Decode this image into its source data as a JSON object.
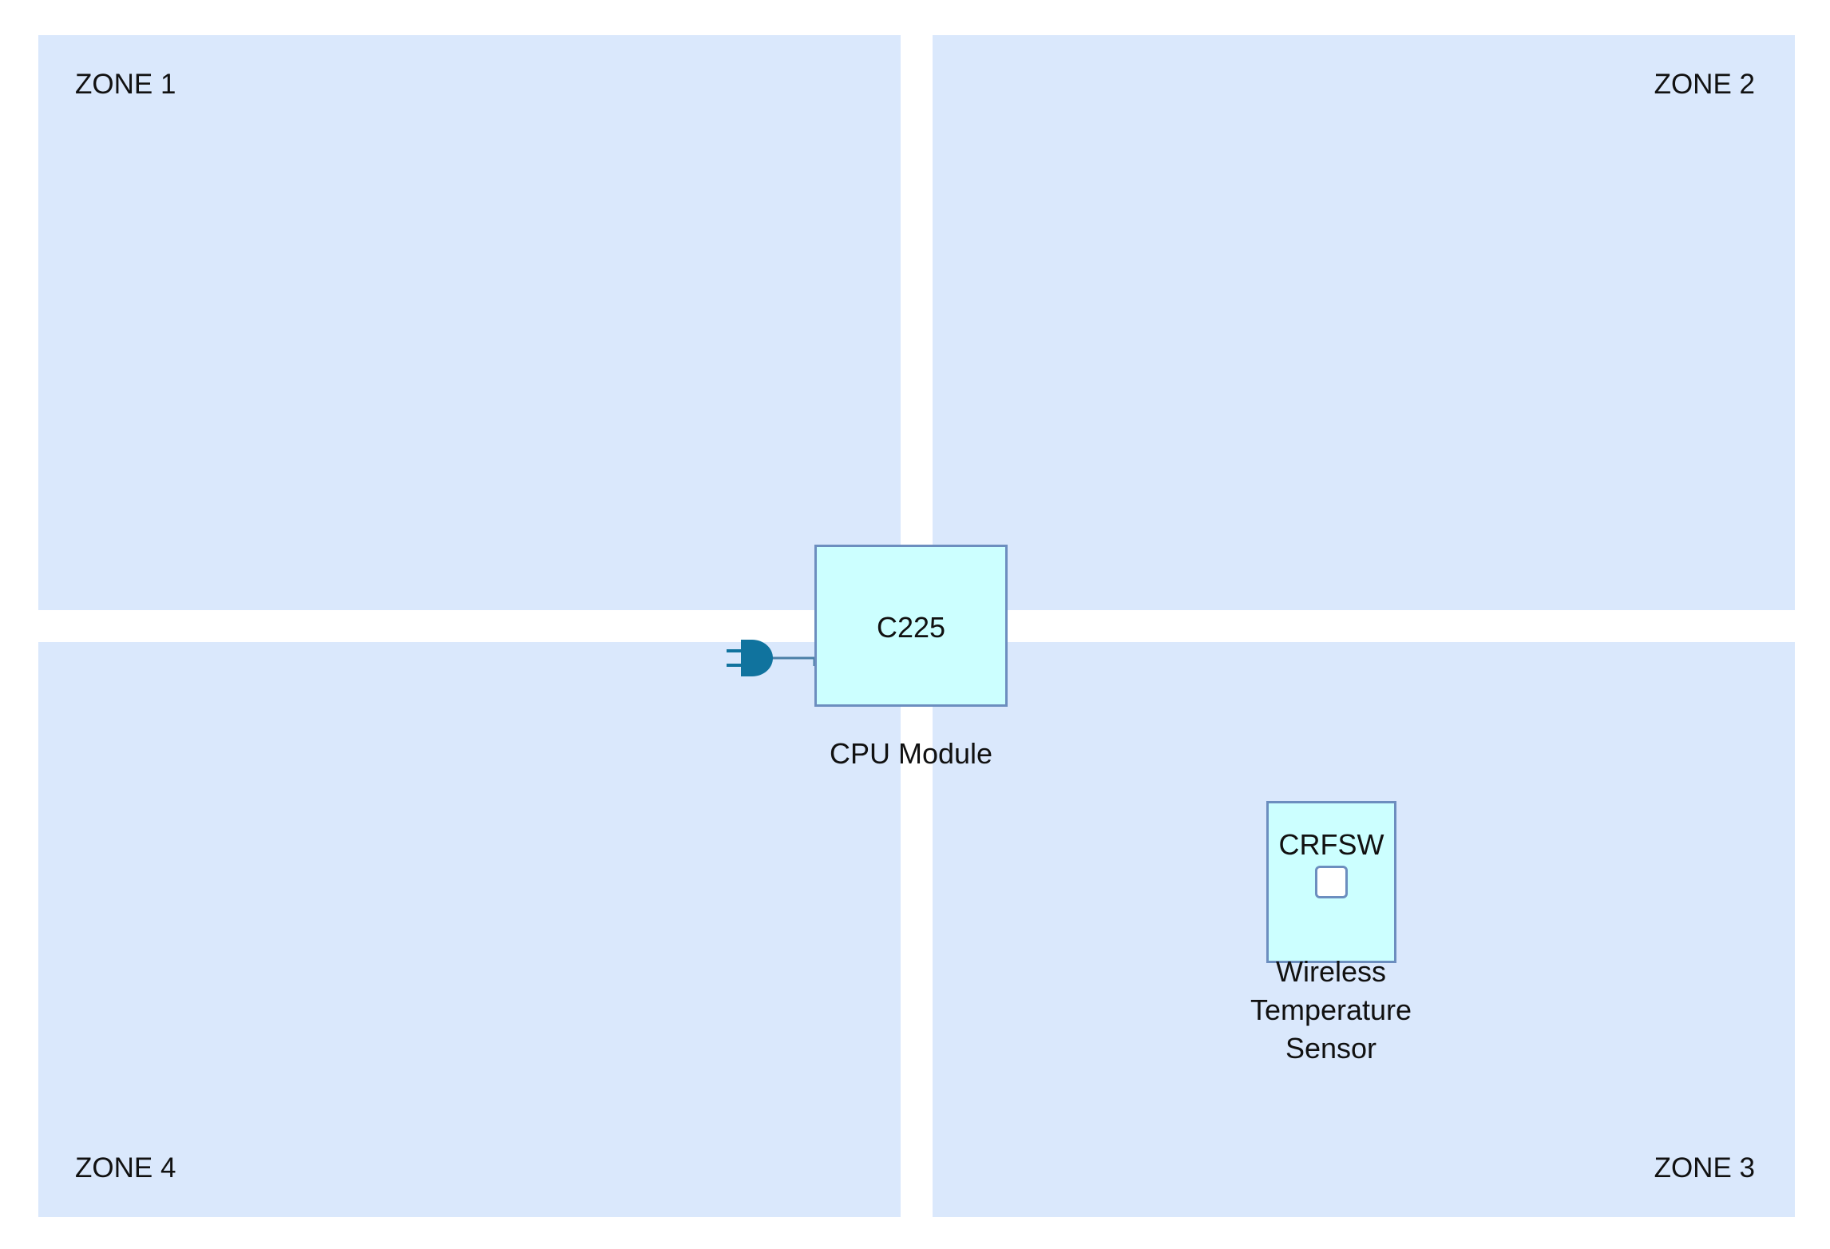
{
  "zones": [
    {
      "label": "ZONE 1"
    },
    {
      "label": "ZONE 2"
    },
    {
      "label": "ZONE 3"
    },
    {
      "label": "ZONE 4"
    }
  ],
  "cpu_module": {
    "code": "C225",
    "caption": "CPU Module",
    "connector_icon": "power-plug-icon"
  },
  "sensor": {
    "code": "CRFSW",
    "caption_lines": [
      "Wireless",
      "Temperature",
      "Sensor"
    ],
    "indicator_icon": "square-indicator-icon"
  },
  "colors": {
    "zone_fill": "#dae8fc",
    "device_fill": "#ccffff",
    "device_stroke": "#6c8ebf",
    "plug_color": "#10739e"
  }
}
